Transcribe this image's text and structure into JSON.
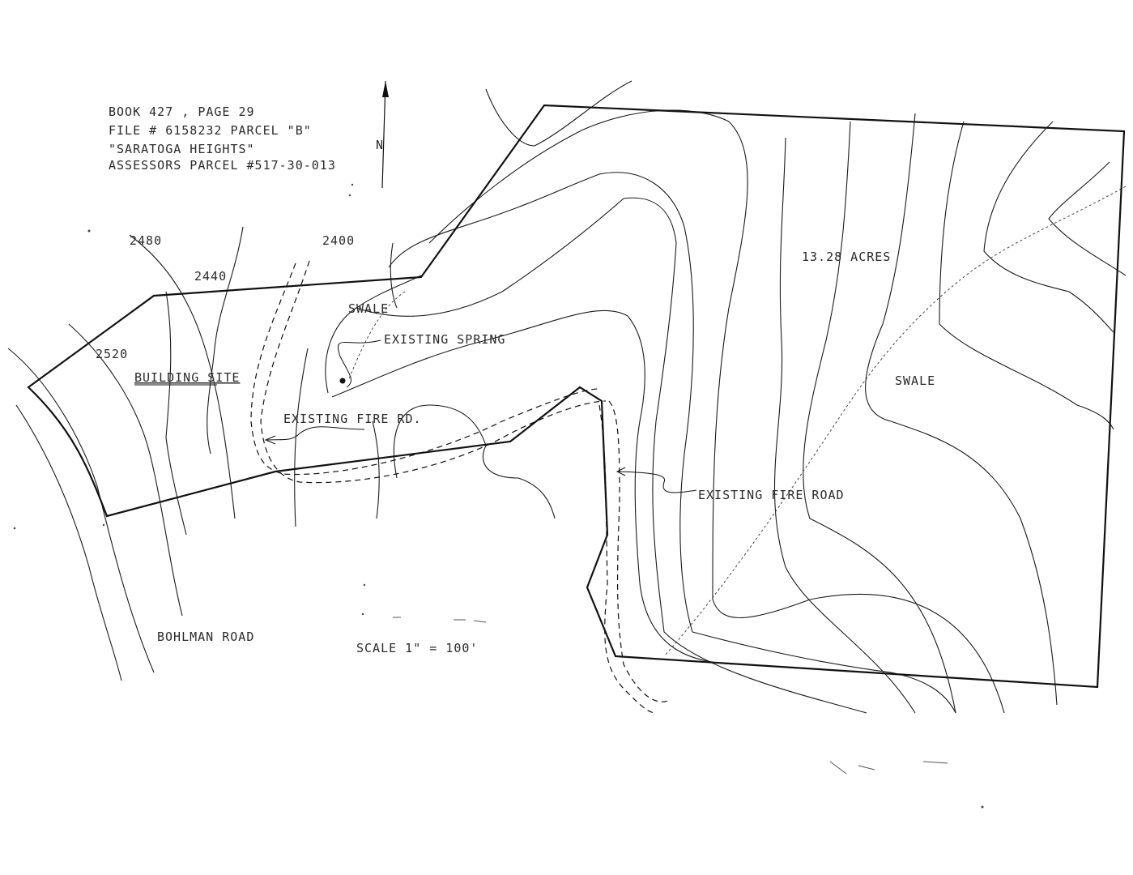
{
  "title_block": {
    "line1": "BOOK 427 , PAGE 29",
    "line2": "FILE # 6158232  PARCEL \"B\"",
    "line3": "\"SARATOGA HEIGHTS\"",
    "line4": "ASSESSORS PARCEL #517-30-013"
  },
  "north_arrow": {
    "label": "N"
  },
  "contour_labels": [
    "2480",
    "2440",
    "2400",
    "2520"
  ],
  "annotations": {
    "acres": "13.28 ACRES",
    "swale_west": "SWALE",
    "swale_east": "SWALE",
    "existing_spring": "EXISTING SPRING",
    "building_site": "BUILDING SITE",
    "existing_fire_rd": "EXISTING FIRE RD.",
    "existing_fire_road": "EXISTING FIRE ROAD",
    "road_name": "BOHLMAN ROAD",
    "scale": "SCALE  1\" = 100'"
  },
  "colors": {
    "ink": "#111111",
    "paper": "#ffffff"
  }
}
